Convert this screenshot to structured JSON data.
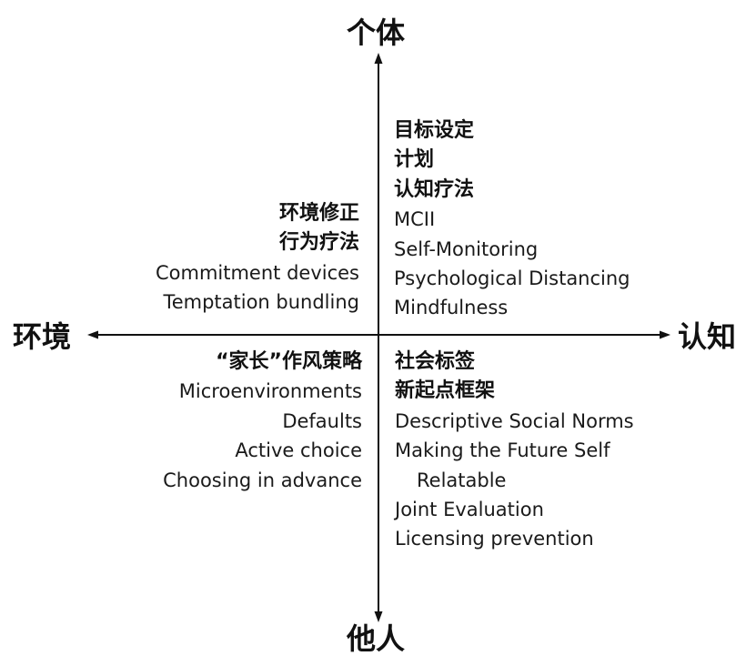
{
  "axes": {
    "top": "个体",
    "bottom": "他人",
    "left": "环境",
    "right": "认知"
  },
  "quadrants": {
    "top_right": [
      {
        "text": "目标设定",
        "bold": true
      },
      {
        "text": "计划",
        "bold": true
      },
      {
        "text": "认知疗法",
        "bold": true
      },
      {
        "text": "MCII",
        "bold": false
      },
      {
        "text": "Self-Monitoring",
        "bold": false
      },
      {
        "text": "Psychological Distancing",
        "bold": false
      },
      {
        "text": "Mindfulness",
        "bold": false
      }
    ],
    "top_left": [
      {
        "text": "环境修正",
        "bold": true
      },
      {
        "text": "行为疗法",
        "bold": true
      },
      {
        "text": "Commitment devices",
        "bold": false
      },
      {
        "text": "Temptation bundling",
        "bold": false
      }
    ],
    "bottom_left": [
      {
        "text": "“家长”作风策略",
        "bold": true
      },
      {
        "text": "Microenvironments",
        "bold": false
      },
      {
        "text": "Defaults",
        "bold": false
      },
      {
        "text": "Active choice",
        "bold": false
      },
      {
        "text": "Choosing in advance",
        "bold": false
      }
    ],
    "bottom_right": [
      {
        "text": "社会标签",
        "bold": true
      },
      {
        "text": "新起点框架",
        "bold": true
      },
      {
        "text": "Descriptive Social Norms",
        "bold": false
      },
      {
        "text": "Making the Future Self",
        "bold": false
      },
      {
        "text": "Relatable",
        "bold": false,
        "indent": true
      },
      {
        "text": "Joint Evaluation",
        "bold": false
      },
      {
        "text": "Licensing prevention",
        "bold": false
      }
    ]
  }
}
